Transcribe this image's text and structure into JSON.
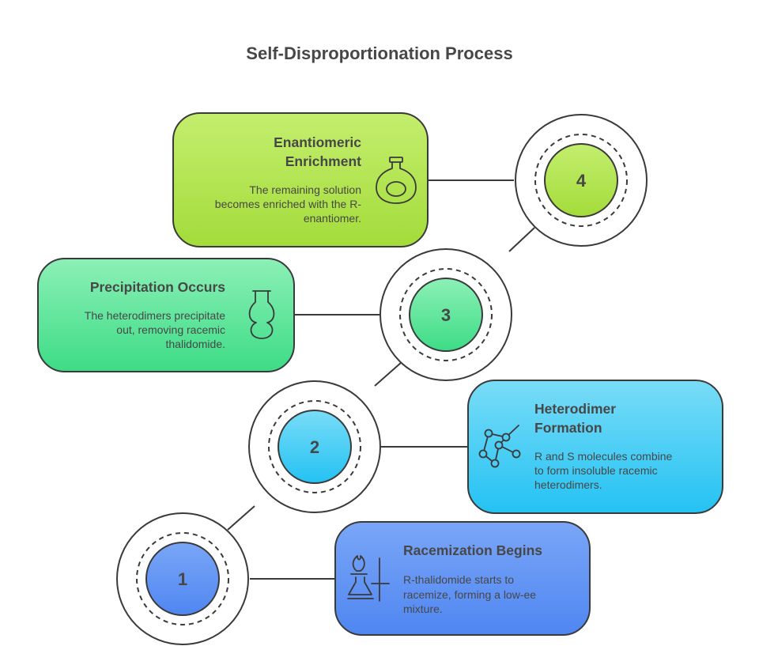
{
  "title": "Self-Disproportionation Process",
  "colors": {
    "step1": [
      "#7aa6f7",
      "#4f86f1"
    ],
    "step2": [
      "#79dcf7",
      "#24c2f3"
    ],
    "step3": [
      "#8cf0b6",
      "#3ddc86"
    ],
    "step4": [
      "#c4ee6e",
      "#a3dc3a"
    ],
    "outline": "#3a3a3a",
    "text": "#474747"
  },
  "steps": [
    {
      "number": "1",
      "heading": [
        "Racemization Begins"
      ],
      "description": [
        "R-thalidomide starts to",
        "racemize, forming a low-ee",
        "mixture."
      ],
      "icon": "burner-flask-icon"
    },
    {
      "number": "2",
      "heading": [
        "Heterodimer",
        "Formation"
      ],
      "description": [
        "R and S molecules combine",
        "to form insoluble racemic",
        "heterodimers."
      ],
      "icon": "molecule-network-icon"
    },
    {
      "number": "3",
      "heading": [
        "Precipitation Occurs"
      ],
      "description": [
        "The heterodimers precipitate",
        "out, removing racemic",
        "thalidomide."
      ],
      "icon": "flask-icon"
    },
    {
      "number": "4",
      "heading": [
        "Enantiomeric",
        "Enrichment"
      ],
      "description": [
        "The remaining solution",
        "becomes enriched with the R-",
        "enantiomer."
      ],
      "icon": "round-flask-icon"
    }
  ]
}
